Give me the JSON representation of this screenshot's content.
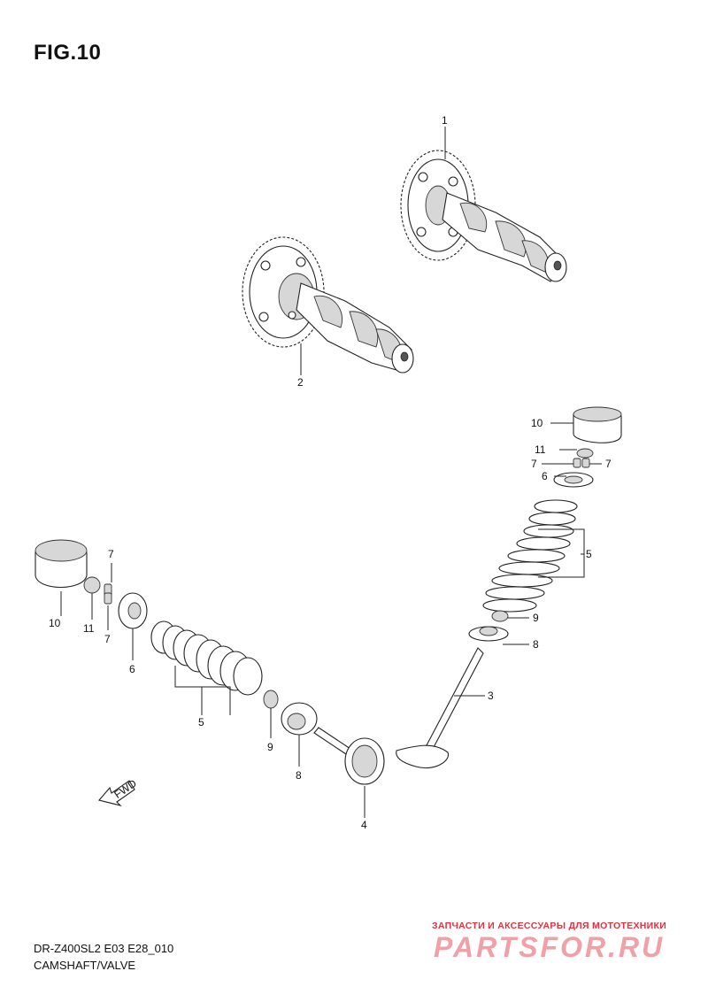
{
  "figure": {
    "title": "FIG.10"
  },
  "callouts": {
    "c1": "1",
    "c2": "2",
    "c3": "3",
    "c4": "4",
    "c5a": "5",
    "c5b": "5",
    "c6a": "6",
    "c6b": "6",
    "c7a": "7",
    "c7b": "7",
    "c7c": "7",
    "c7d": "7",
    "c8a": "8",
    "c8b": "8",
    "c9a": "9",
    "c9b": "9",
    "c10a": "10",
    "c10b": "10",
    "c11a": "11",
    "c11b": "11"
  },
  "direction_arrow": {
    "label": "FWD"
  },
  "footer": {
    "model_code": "DR-Z400SL2 E03 E28_010",
    "section_name": "CAMSHAFT/VALVE"
  },
  "watermark": {
    "tagline": "ЗАПЧАСТИ И АКСЕССУАРЫ ДЛЯ МОТОТЕХНИКИ",
    "logo": "PARTSFOR.RU"
  }
}
